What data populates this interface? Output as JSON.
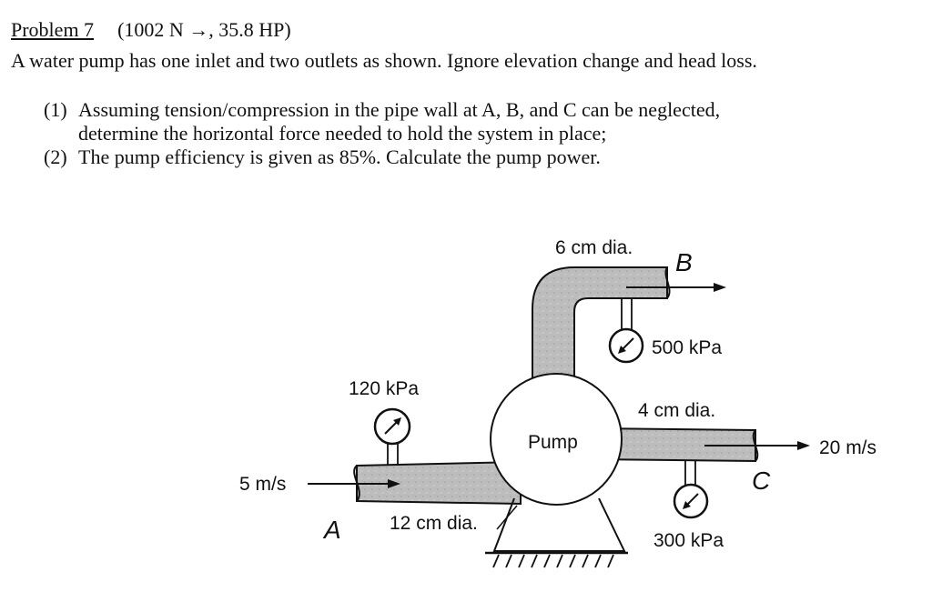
{
  "header": {
    "title": "Problem 7",
    "answer": "(1002 N →, 35.8 HP)"
  },
  "statement": "A water pump has one inlet and two outlets as shown. Ignore elevation change and head loss.",
  "parts": [
    {
      "num": "(1)",
      "line1": "Assuming tension/compression in the pipe wall at A, B, and C can be neglected,",
      "line2": "determine the horizontal force needed to hold the system in place;"
    },
    {
      "num": "(2)",
      "line1": "The pump efficiency is given as 85%. Calculate the pump power.",
      "line2": ""
    }
  ],
  "diagram": {
    "pump_label": "Pump",
    "inlet": {
      "point": "A",
      "velocity": "5 m/s",
      "pressure": "120 kPa",
      "diameter": "12 cm dia."
    },
    "outlet_b": {
      "point": "B",
      "pressure": "500 kPa",
      "diameter": "6 cm dia."
    },
    "outlet_c": {
      "point": "C",
      "velocity": "20 m/s",
      "pressure": "300 kPa",
      "diameter": "4 cm dia."
    }
  },
  "colors": {
    "pipe_fill": "#b9b9b9",
    "line": "#111111"
  }
}
